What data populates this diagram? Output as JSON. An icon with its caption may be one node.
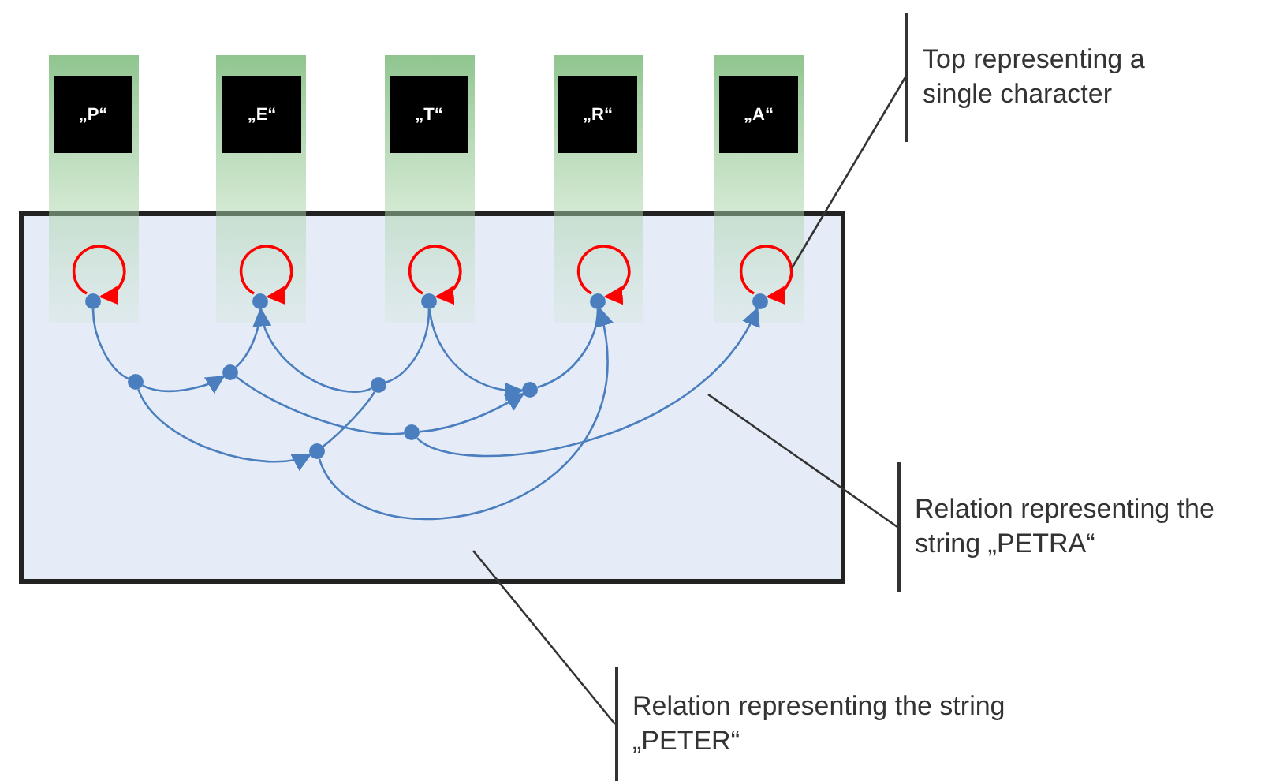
{
  "diagram": {
    "nodes": [
      {
        "text": [
          "„P“"
        ]
      },
      {
        "text": [
          "„E“"
        ]
      },
      {
        "text": [
          "„T“"
        ]
      },
      {
        "text": [
          "„R“"
        ]
      },
      {
        "text": [
          "„A“"
        ]
      },
      {
        "text": [
          "Top representing a single character"
        ]
      },
      {
        "text": [],
        "shape": "box"
      },
      {
        "text": [],
        "shape": "circle",
        "in": 6
      },
      {
        "text": [],
        "shape": "circle",
        "in": 6
      },
      {
        "text": [],
        "shape": "circle",
        "in": 6
      },
      {
        "text": [],
        "shape": "circle",
        "in": 6
      },
      {
        "text": [],
        "shape": "circle",
        "in": 6
      },
      {
        "text": [],
        "shape": "circle",
        "in": 6
      },
      {
        "text": [],
        "shape": "circle",
        "in": 6
      },
      {
        "text": [],
        "shape": "circle",
        "in": 6
      },
      {
        "text": [],
        "shape": "circle",
        "in": 6
      },
      {
        "text": [],
        "shape": "circle",
        "in": 6
      },
      {
        "text": [],
        "shape": "circle",
        "in": 6
      },
      {
        "text": [
          "Relation representing the string „PETRA“"
        ]
      },
      {
        "text": [
          "Relation representing the string „PETER“"
        ]
      }
    ],
    "edges": [
      {
        "from": 7,
        "to": 7,
        "arrow": "to",
        "color": "#ff0000"
      },
      {
        "from": 8,
        "to": 8,
        "arrow": "to",
        "color": "#ff0000"
      },
      {
        "from": 9,
        "to": 9,
        "arrow": "to",
        "color": "#ff0000"
      },
      {
        "from": 10,
        "to": 10,
        "arrow": "to",
        "color": "#ff0000"
      },
      {
        "from": 11,
        "to": 11,
        "arrow": "to",
        "color": "#ff0000"
      },
      {
        "from": 7,
        "to": 12,
        "arrow": "none"
      },
      {
        "from": 12,
        "to": 13,
        "arrow": "to"
      },
      {
        "from": 13,
        "to": 8,
        "arrow": "none"
      },
      {
        "from": 15,
        "to": 8,
        "arrow": "to"
      },
      {
        "from": 9,
        "to": 15,
        "arrow": "none"
      },
      {
        "from": 9,
        "to": 17,
        "arrow": "to"
      },
      {
        "from": 17,
        "to": 10,
        "arrow": "none"
      },
      {
        "from": 13,
        "to": 16,
        "arrow": "none"
      },
      {
        "from": 16,
        "to": 17,
        "arrow": "to"
      },
      {
        "from": 16,
        "to": 11,
        "arrow": "to"
      },
      {
        "from": 12,
        "to": 14,
        "arrow": "to"
      },
      {
        "from": 14,
        "to": 15,
        "arrow": "none"
      },
      {
        "from": 14,
        "to": 10,
        "arrow": "to"
      },
      {
        "from": 5,
        "to": null,
        "arrow": "none",
        "color": "#333333"
      },
      {
        "from": 18,
        "to": null,
        "arrow": "none",
        "color": "#333333"
      },
      {
        "from": 19,
        "to": null,
        "arrow": "none",
        "color": "#333333"
      }
    ]
  }
}
